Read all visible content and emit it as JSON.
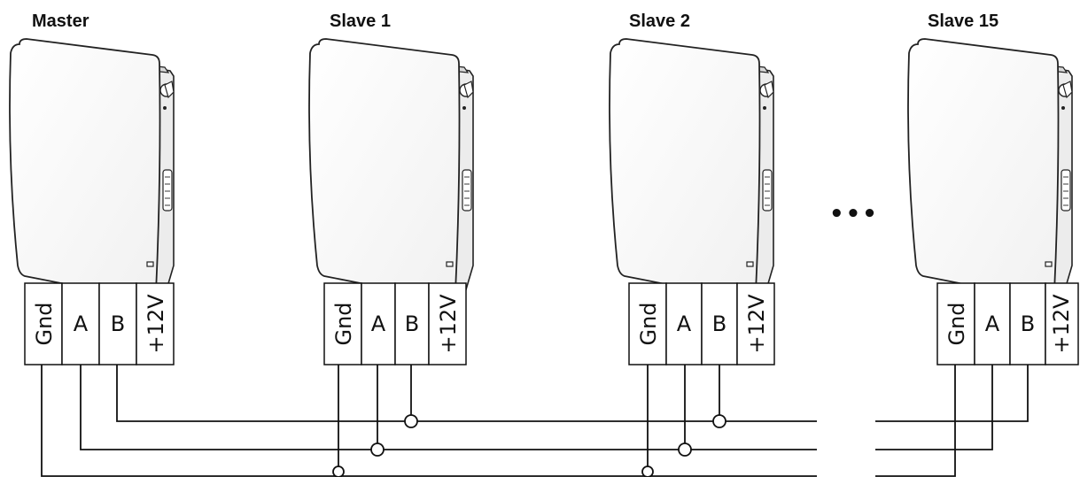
{
  "devices": [
    {
      "title": "Master",
      "terminals": [
        "Gnd",
        "A",
        "B",
        "+12V"
      ]
    },
    {
      "title": "Slave 1",
      "terminals": [
        "Gnd",
        "A",
        "B",
        "+12V"
      ]
    },
    {
      "title": "Slave 2",
      "terminals": [
        "Gnd",
        "A",
        "B",
        "+12V"
      ]
    },
    {
      "title": "Slave 15",
      "terminals": [
        "Gnd",
        "A",
        "B",
        "+12V"
      ]
    }
  ],
  "ellipsis": "•••"
}
